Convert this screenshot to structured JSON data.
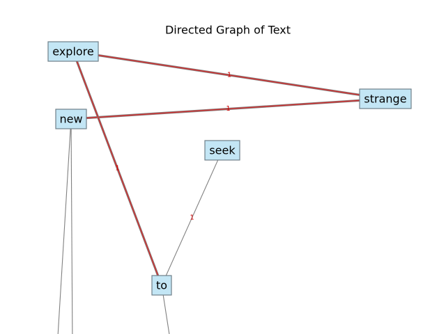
{
  "title": "Directed Graph of Text",
  "colors": {
    "node_fill": "#c3e6f5",
    "node_border": "#6f7f88",
    "edge_default": "#808080",
    "edge_highlight": "#cc3333",
    "edge_highlight_under": "#808080",
    "label_highlight": "#cc0000",
    "label_default": "#cc0000"
  },
  "nodes": [
    {
      "id": "explore",
      "label": "explore"
    },
    {
      "id": "strange",
      "label": "strange"
    },
    {
      "id": "new",
      "label": "new"
    },
    {
      "id": "seek",
      "label": "seek"
    },
    {
      "id": "to",
      "label": "to"
    }
  ],
  "edges": [
    {
      "from": "explore",
      "to": "strange",
      "label": "1",
      "highlight": true
    },
    {
      "from": "strange",
      "to": "new",
      "label": "1",
      "highlight": true
    },
    {
      "from": "to",
      "to": "explore",
      "label": "1",
      "highlight": true
    },
    {
      "from": "to",
      "to": "seek",
      "label": "1",
      "highlight": false
    },
    {
      "from": "offscreen-a",
      "to": "new",
      "label": "",
      "highlight": false
    },
    {
      "from": "offscreen-b",
      "to": "new",
      "label": "",
      "highlight": false
    },
    {
      "from": "offscreen-c",
      "to": "to",
      "label": "",
      "highlight": false
    }
  ]
}
